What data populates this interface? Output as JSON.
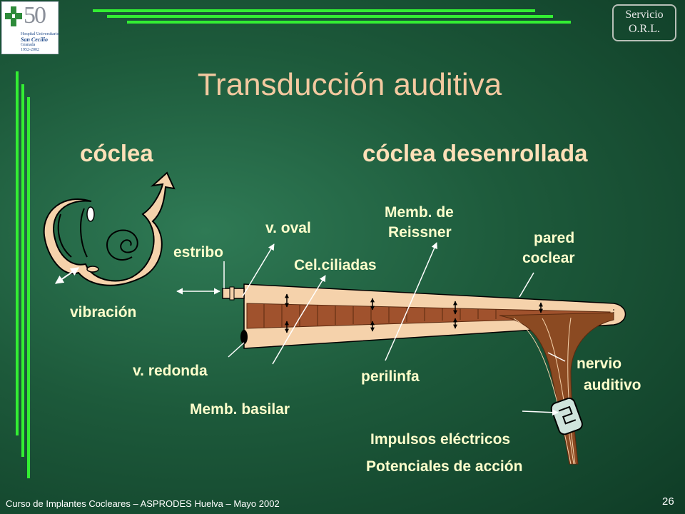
{
  "logo": {
    "anniversary": "50",
    "line1": "Hospital Universitario",
    "line2": "San Cecilio",
    "line3": "Granada",
    "line4": "1952-2002"
  },
  "service_badge": {
    "line1": "Servicio",
    "line2": "O.R.L."
  },
  "title": "Transducción auditiva",
  "headings": {
    "left": "cóclea",
    "right": "cóclea desenrollada"
  },
  "labels": {
    "vibracion": "vibración",
    "estribo": "estribo",
    "v_oval": "v. oval",
    "memb_reissner_1": "Memb. de",
    "memb_reissner_2": "Reissner",
    "pared_1": "pared",
    "pared_2": "coclear",
    "cel_ciliadas": "Cel.ciliadas",
    "v_redonda": "v. redonda",
    "perilinfa": "perilinfa",
    "nervio_1": "nervio",
    "nervio_2": "auditivo",
    "memb_basilar": "Memb. basilar",
    "impulsos": "Impulsos eléctricos",
    "potenciales": "Potenciales de acción"
  },
  "footer": "Curso de Implantes Cocleares – ASPRODES Huelva – Mayo 2002",
  "page_number": "26",
  "colors": {
    "background": "#1d5a3b",
    "title": "#f3c9a0",
    "labels": "#ffffcc",
    "accent_lines": "#33ee33",
    "cochlea_fill": "#f5d2ab",
    "basilar_fill": "#a0522d"
  }
}
